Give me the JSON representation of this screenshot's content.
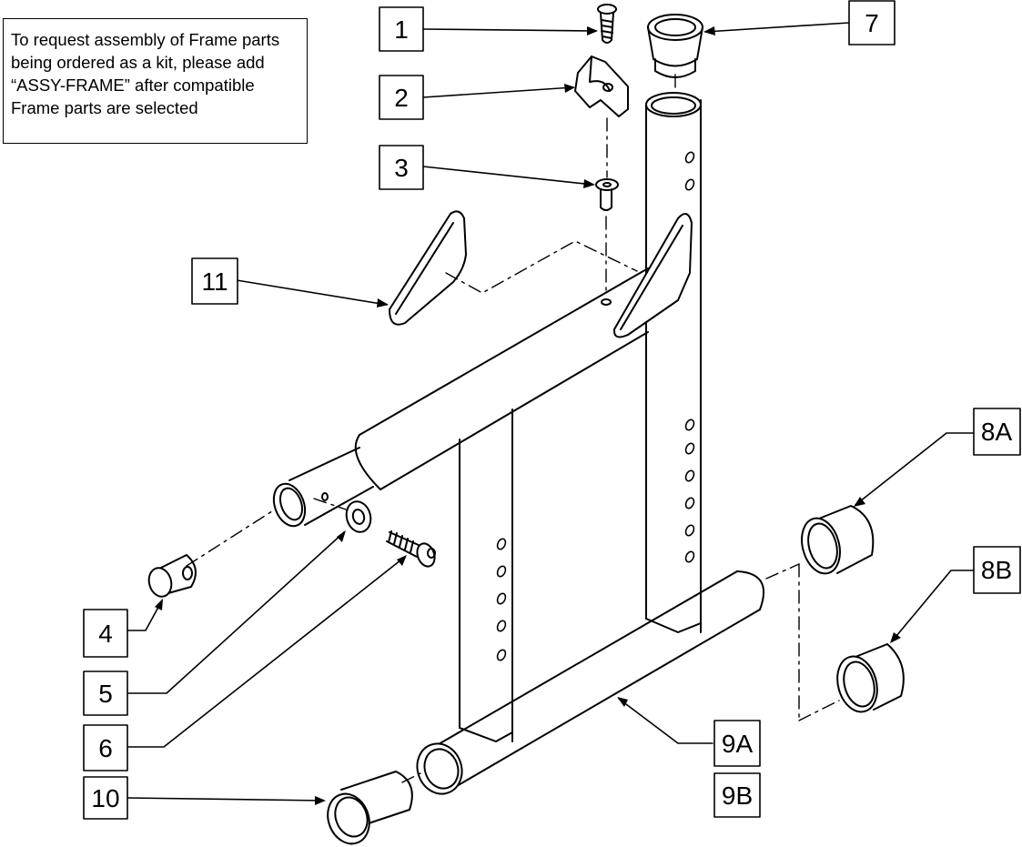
{
  "note": "To request assembly of Frame parts being ordered as a kit, please add “ASSY-FRAME” after compatible Frame parts are selected",
  "callouts": {
    "c1": "1",
    "c2": "2",
    "c3": "3",
    "c4": "4",
    "c5": "5",
    "c6": "6",
    "c7": "7",
    "c8a": "8A",
    "c8b": "8B",
    "c9a": "9A",
    "c9b": "9B",
    "c10": "10",
    "c11": "11"
  },
  "parts": {
    "p1": "screw",
    "p2": "clamp",
    "p3": "insert",
    "p4": "end-plug",
    "p5": "washer",
    "p6": "bolt",
    "p7": "top-cap",
    "p8a": "bushing",
    "p8b": "bushing",
    "p9": "frame",
    "p10": "end-cap",
    "p11": "guard"
  }
}
